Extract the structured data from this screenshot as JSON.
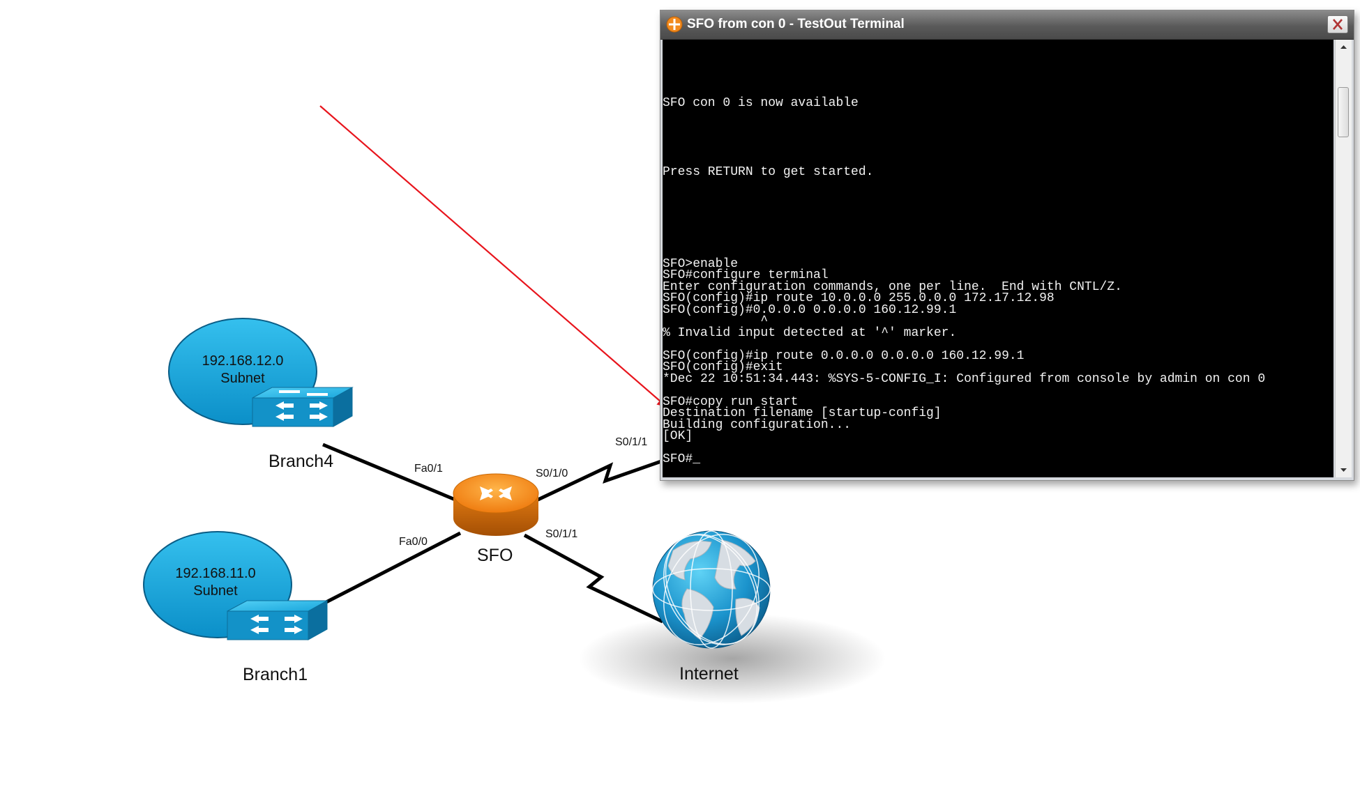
{
  "terminal": {
    "title": "SFO from con 0 - TestOut Terminal",
    "lines": [
      "",
      "",
      "",
      "",
      "",
      "SFO con 0 is now available",
      "",
      "",
      "",
      "",
      "",
      "Press RETURN to get started.",
      "",
      "",
      "",
      "",
      "",
      "",
      "",
      "SFO>enable",
      "SFO#configure terminal",
      "Enter configuration commands, one per line.  End with CNTL/Z.",
      "SFO(config)#ip route 10.0.0.0 255.0.0.0 172.17.12.98",
      "SFO(config)#0.0.0.0 0.0.0.0 160.12.99.1",
      "             ^",
      "% Invalid input detected at '^' marker.",
      "",
      "SFO(config)#ip route 0.0.0.0 0.0.0.0 160.12.99.1",
      "SFO(config)#exit",
      "*Dec 22 10:51:34.443: %SYS-5-CONFIG_I: Configured from console by admin on con 0",
      "",
      "SFO#copy run start",
      "Destination filename [startup-config]",
      "Building configuration...",
      "[OK]",
      "",
      "SFO#_"
    ]
  },
  "topology": {
    "devices": {
      "router": "SFO",
      "branch4": "Branch4",
      "branch1": "Branch1",
      "internet": "Internet"
    },
    "subnets": {
      "branch4": {
        "network": "192.168.12.0",
        "label": "Subnet"
      },
      "branch1": {
        "network": "192.168.11.0",
        "label": "Subnet"
      }
    },
    "ports": {
      "fa01": "Fa0/1",
      "fa00": "Fa0/0",
      "s010": "S0/1/0",
      "s011_sfo": "S0/1/1",
      "s011_remote": "S0/1/1"
    }
  },
  "colors": {
    "annotation_arrow": "#e8141c",
    "subnet_fill": "#1aa4d8",
    "router": "#f08a1c",
    "terminal_bg": "#000000"
  },
  "icons": [
    "router-icon",
    "switch-icon",
    "globe-icon",
    "terminal-app-icon",
    "close-icon"
  ]
}
